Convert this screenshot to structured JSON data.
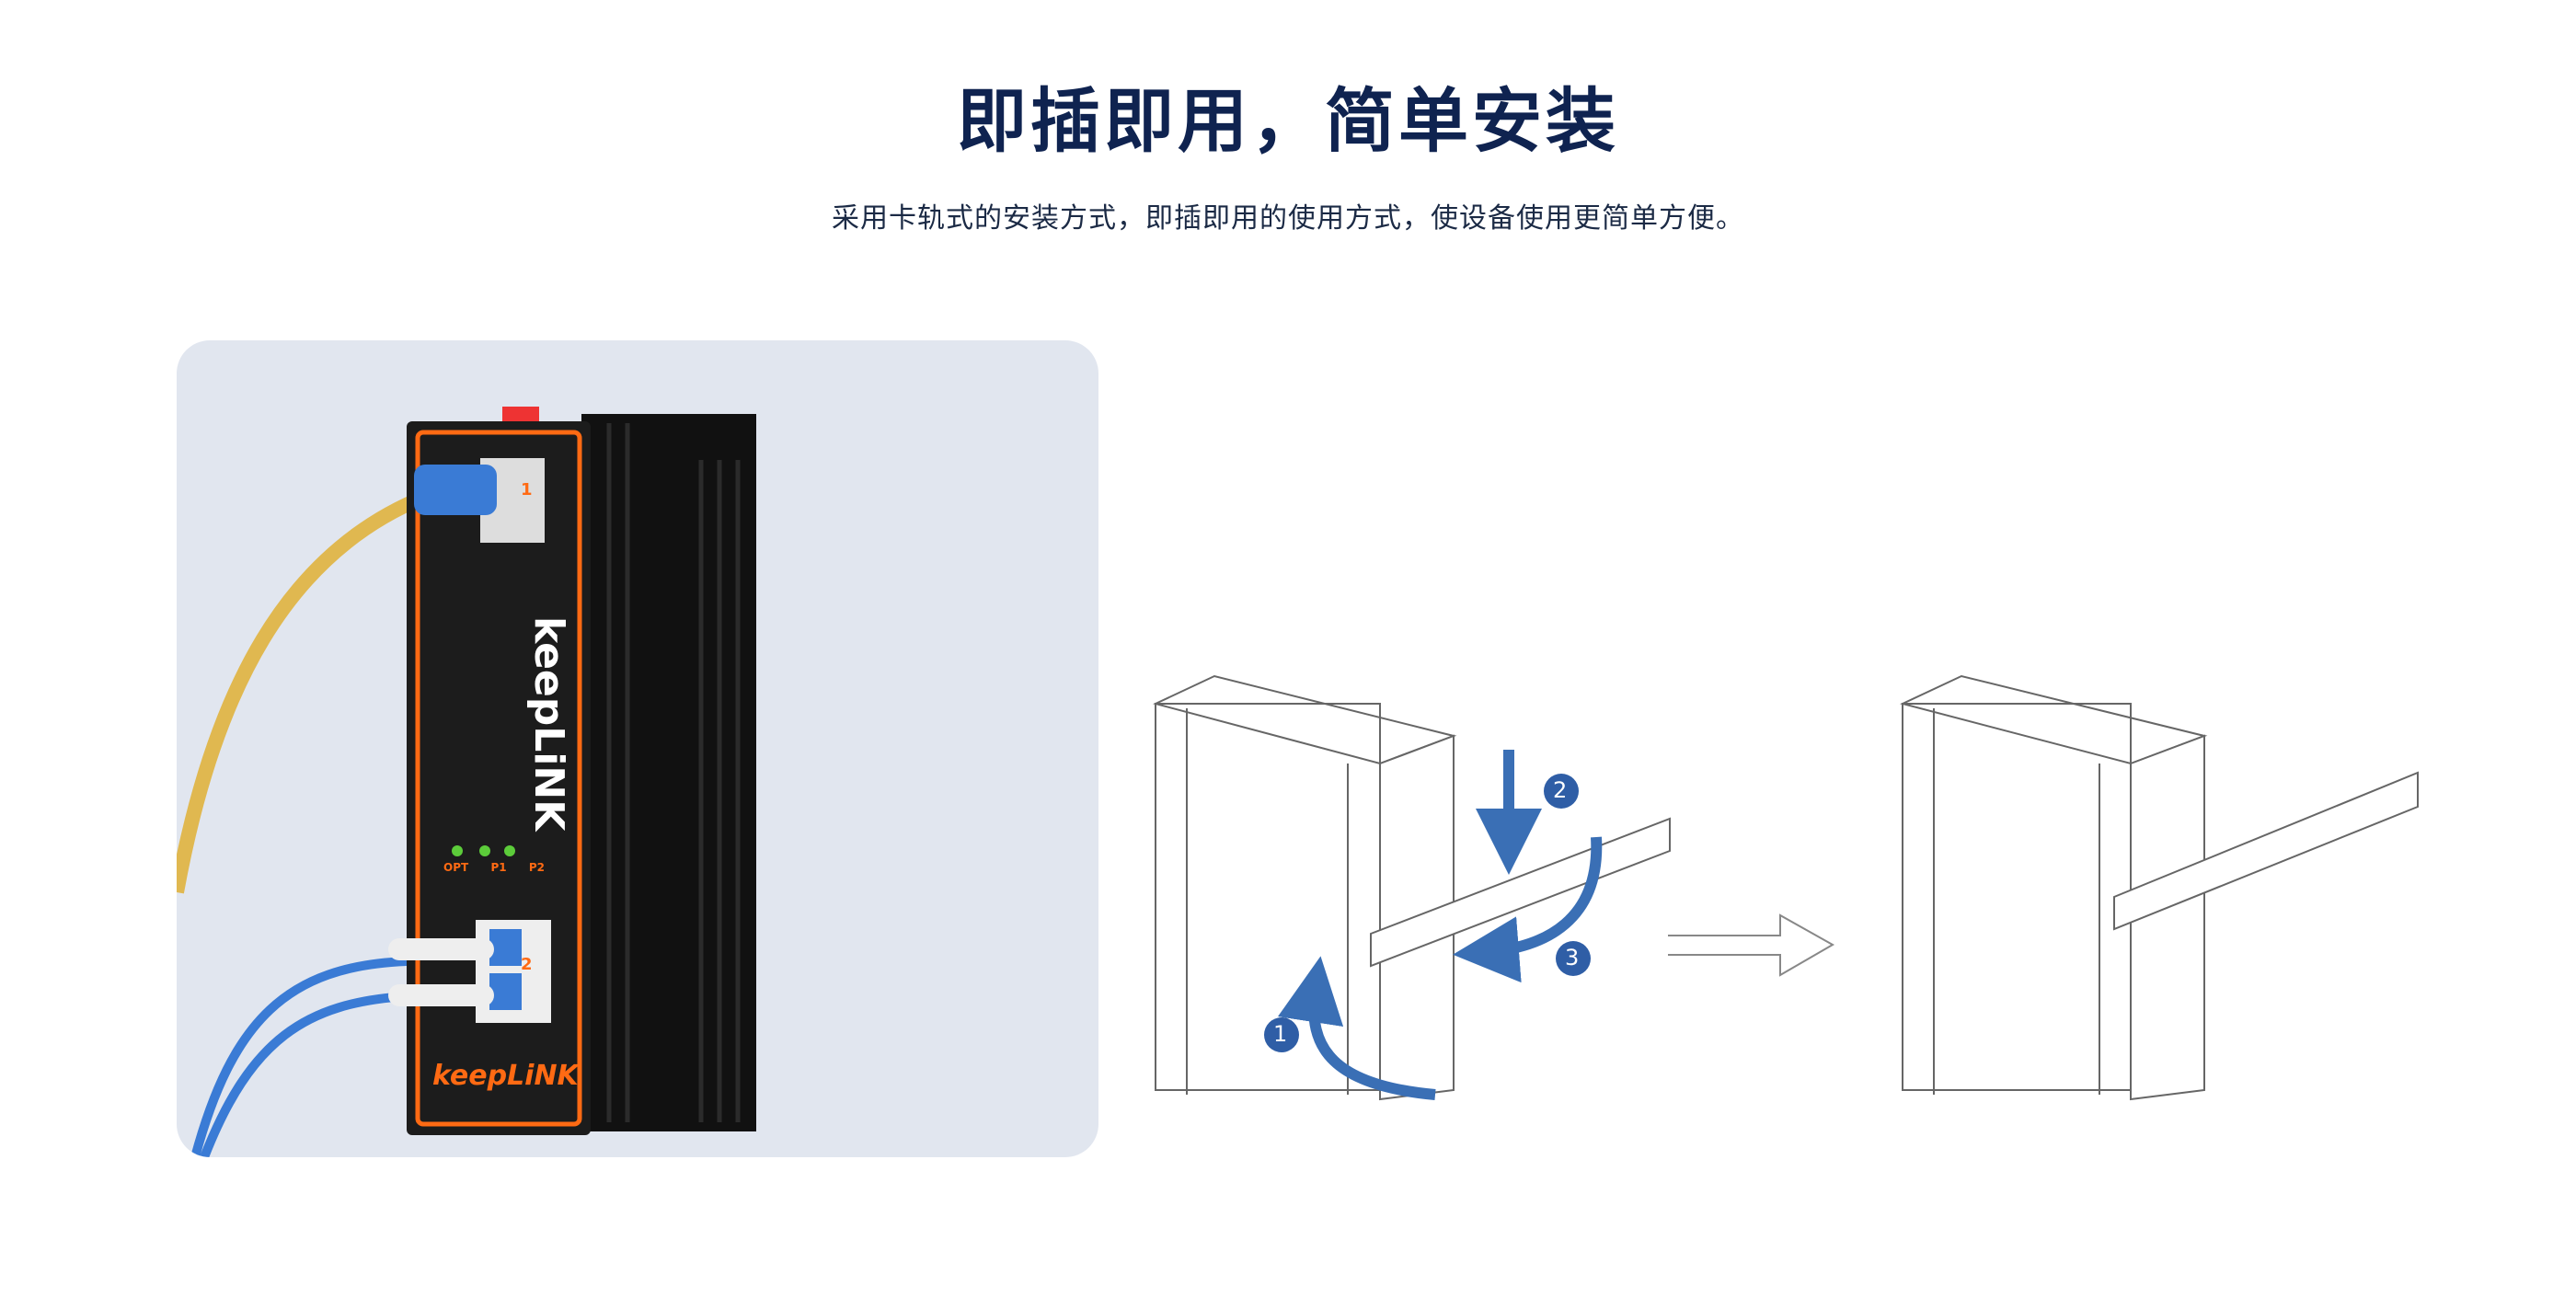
{
  "header": {
    "title": "即插即用，简单安装",
    "subtitle": "采用卡轨式的安装方式，即插即用的使用方式，使设备使用更简单方便。"
  },
  "product": {
    "brand_front": "keepLiNK",
    "brand_side": "keepLiNK",
    "port_1_label": "1",
    "port_2_label": "2",
    "leds": [
      "OPT",
      "P1",
      "P2"
    ],
    "accent_color": "#ff6a13",
    "led_color": "#5ccc3a"
  },
  "diagram": {
    "steps": [
      "1",
      "2",
      "3"
    ],
    "step_color": "#2f5ea6"
  }
}
